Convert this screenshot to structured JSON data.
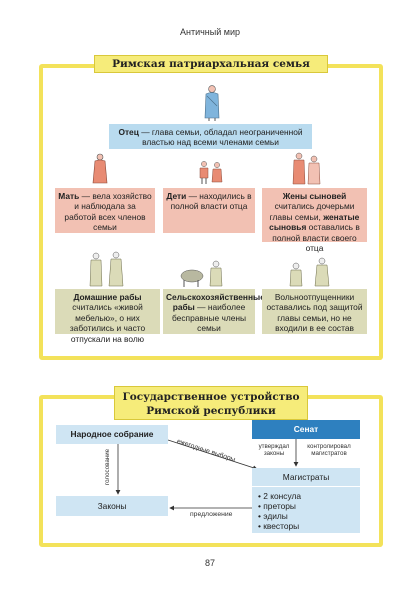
{
  "header": "Античный мир",
  "family": {
    "title": "Римская патриархальная семья",
    "father": {
      "bold": "Отец",
      "text": " — глава семьи, обладал неограниченной властью над всеми членами семьи"
    },
    "mother": {
      "bold": "Мать",
      "text": " — вела хозяйство и наблюдала за работой всех членов семьи"
    },
    "children": {
      "bold": "Дети",
      "text": " — находились в полной власти отца"
    },
    "wives": {
      "bold1": "Жены сыновей",
      "text1": " считались дочерьми главы семьи, ",
      "bold2": "женатые сыновья",
      "text2": " оставались в полной власти своего отца"
    },
    "slaves": {
      "bold": "Домашние рабы",
      "text": " считались «живой мебелью», о них заботились и часто отпускали на волю"
    },
    "rural": {
      "bold": "Сельскохозяйственные рабы",
      "text": " — наиболее бесправные члены семьи"
    },
    "freed": {
      "text": "Вольноотпущенники оставались под защитой главы семьи, но не входили в ее состав"
    }
  },
  "state": {
    "title_line1": "Государственное устройство",
    "title_line2": "Римской республики",
    "assembly": "Народное собрание",
    "senate": "Сенат",
    "magistrates": "Магистраты",
    "laws": "Законы",
    "magistrate_list": [
      "• 2 консула",
      "• преторы",
      "• эдилы",
      "• квесторы"
    ],
    "label_elections": "ежегодные выборы",
    "label_voting": "голосование",
    "label_approved": "утверждал законы",
    "label_controlled": "контролировал магистратов",
    "label_proposal": "предложение"
  },
  "page_number": "87",
  "colors": {
    "frame": "#f3e25a",
    "blue": "#b9dbef",
    "pink": "#f2c1b3",
    "olive": "#dbdbb8",
    "dark_blue": "#2e80bf"
  }
}
